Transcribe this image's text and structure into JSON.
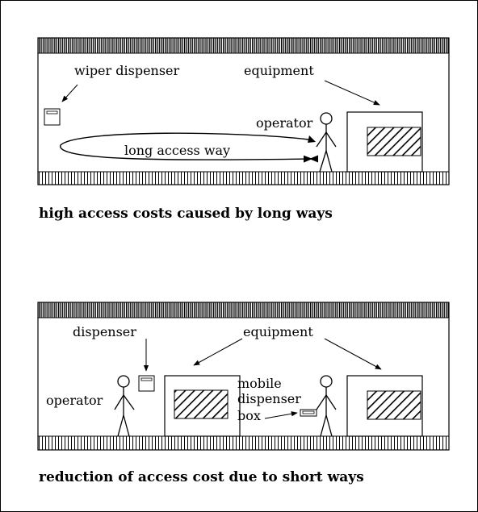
{
  "scene1": {
    "labels": {
      "wiper_dispenser": "wiper dispenser",
      "equipment": "equipment",
      "operator": "operator",
      "long_access_way": "long access way"
    },
    "caption": "high access costs caused by long ways"
  },
  "scene2": {
    "labels": {
      "dispenser": "dispenser",
      "equipment": "equipment",
      "operator": "operator",
      "mobile": "mobile",
      "dispenser2": "dispenser",
      "box": "box"
    },
    "caption": "reduction of access cost due to short ways"
  }
}
